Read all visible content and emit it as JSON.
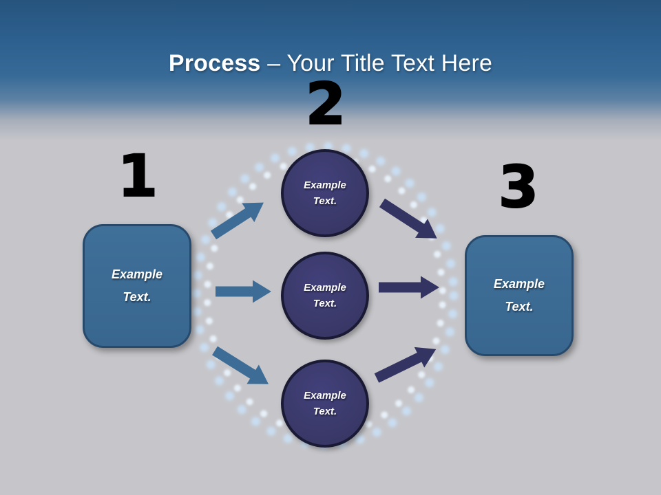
{
  "slide": {
    "title_bold": "Process",
    "title_rest": " – Your Title Text Here"
  },
  "steps": [
    {
      "number": "1",
      "label": "Example Text."
    },
    {
      "number": "2"
    },
    {
      "number": "3",
      "label": "Example Text."
    }
  ],
  "center_circles": [
    {
      "label": "Example Text."
    },
    {
      "label": "Example Text."
    },
    {
      "label": "Example Text."
    }
  ],
  "colors": {
    "header_blue_top": "#26547d",
    "header_blue_mid": "#376a97",
    "background_gray": "#c6c6ca",
    "box_fill": "#3a6a92",
    "box_border": "#27496b",
    "circle_fill": "#3b3a6b",
    "circle_border": "#1a1a35",
    "arrow_left_blue": "#3d6d96",
    "arrow_right_navy": "#343463",
    "dot_ring_glow": "#d7e9f9",
    "number_black": "#000000",
    "title_white": "#ffffff"
  }
}
